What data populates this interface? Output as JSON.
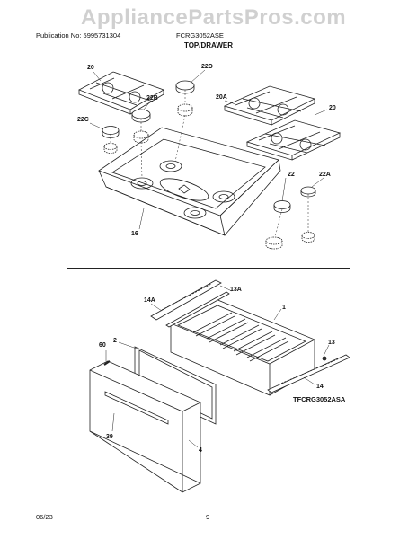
{
  "watermark": "AppliancePartsPros.com",
  "header": {
    "publication": "Publication No: 5995731304",
    "model": "FCRG3052ASE"
  },
  "section_title": "TOP/DRAWER",
  "callouts": {
    "c20a": "20",
    "c22d": "22D",
    "c22b": "22B",
    "c20A": "20A",
    "c20b": "20",
    "c22c": "22C",
    "c22": "22",
    "c22a": "22A",
    "c16": "16",
    "c14a": "14A",
    "c13a": "13A",
    "c1": "1",
    "c2": "2",
    "c60": "60",
    "c13": "13",
    "c14": "14",
    "c39": "39",
    "c4": "4"
  },
  "reference_code": "TFCRG3052ASA",
  "footer": {
    "date": "06/23",
    "page": "9"
  }
}
